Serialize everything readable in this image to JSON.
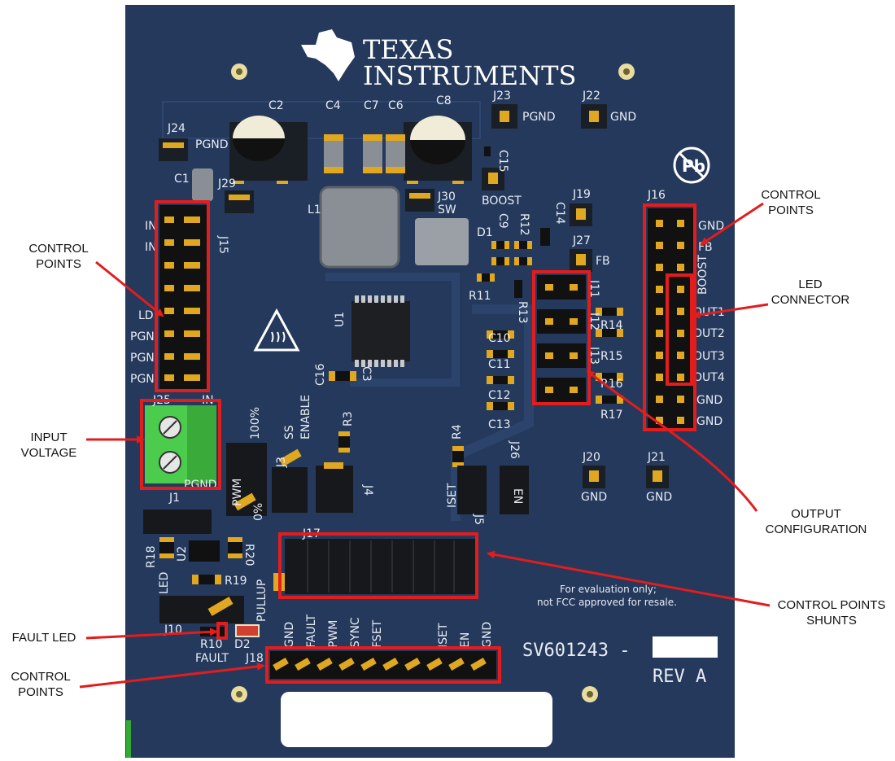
{
  "logo": {
    "line1": "TEXAS",
    "line2": "INSTRUMENTS"
  },
  "callouts": {
    "control_points_left": "CONTROL\nPOINTS",
    "control_points_right": "CONTROL\nPOINTS",
    "led_connector": "LED\nCONNECTOR",
    "input_voltage": "INPUT\nVOLTAGE",
    "output_configuration": "OUTPUT\nCONFIGURATION",
    "control_points_shunts": "CONTROL POINTS\nSHUNTS",
    "fault_led": "FAULT LED",
    "control_points_bottom": "CONTROL\nPOINTS"
  },
  "silkscreen": {
    "c2": "C2",
    "c4": "C4",
    "c7": "C7",
    "c6": "C6",
    "c8": "C8",
    "c1": "C1",
    "c15": "C15",
    "j23": "J23",
    "pgnd_j23": "PGND",
    "j22": "J22",
    "gnd_j22": "GND",
    "j24": "J24",
    "pgnd_j24": "PGND",
    "j29": "J29",
    "j15": "J15",
    "j30": "J30",
    "sw": "SW",
    "boost_top": "BOOST",
    "j19": "J19",
    "c14": "C14",
    "j16": "J16",
    "l1": "L1",
    "d1": "D1",
    "c9": "C9",
    "r12": "R12",
    "j27": "J27",
    "fb_j27": "FB",
    "r11": "R11",
    "r13": "R13",
    "j11": "J11",
    "j12": "J12",
    "j13": "J13",
    "r14": "R14",
    "r15": "R15",
    "r16": "R16",
    "r17": "R17",
    "c10": "C10",
    "c11": "C11",
    "c12": "C12",
    "c13": "C13",
    "u1": "U1",
    "c16": "C16",
    "c3": "C3",
    "in1": "IN",
    "in2": "IN",
    "ld": "LD",
    "pgn1": "PGN",
    "pgn2": "PGN",
    "pgn3": "PGN",
    "j25": "J25",
    "in_j25": "IN",
    "pgnd_j25": "PGND",
    "pct100": "100%",
    "ss": "SS",
    "enable": "ENABLE",
    "r3": "R3",
    "j3": "J3",
    "j4": "J4",
    "pwm": "PWM",
    "zero_pct": "0%",
    "j17": "J17",
    "r4": "R4",
    "j26": "J26",
    "iset_j5": "ISET",
    "en_j26": "EN",
    "j5": "J5",
    "j20": "J20",
    "gnd_j20": "GND",
    "j21": "J21",
    "gnd_j21": "GND",
    "j1": "J1",
    "r18": "R18",
    "u2": "U2",
    "r20": "R20",
    "r19": "R19",
    "led_v": "LED",
    "pullup": "PULLUP",
    "j10": "J10",
    "r10": "R10",
    "d2": "D2",
    "fault_j18": "FAULT",
    "j18": "J18",
    "eval_note1": "For evaluation only;",
    "eval_note2": "not FCC approved for resale.",
    "part": "SV601243 -",
    "rev": "REV A"
  },
  "j16_labels": [
    "GND",
    "FB",
    "BOOST",
    "OUT1",
    "OUT2",
    "OUT3",
    "OUT4",
    "GND",
    "GND"
  ],
  "j18_labels": [
    "GND",
    "FAULT",
    "PWM",
    "SYNC",
    "FSET",
    "",
    "",
    "ISET",
    "EN",
    "GND"
  ],
  "colors": {
    "board": "#24395c",
    "highlight": "#e31c1c",
    "arrow": "#e31c1c",
    "silk": "#e8ecf2",
    "pin": "#e0a820",
    "terminal": "#4ccc4c"
  }
}
